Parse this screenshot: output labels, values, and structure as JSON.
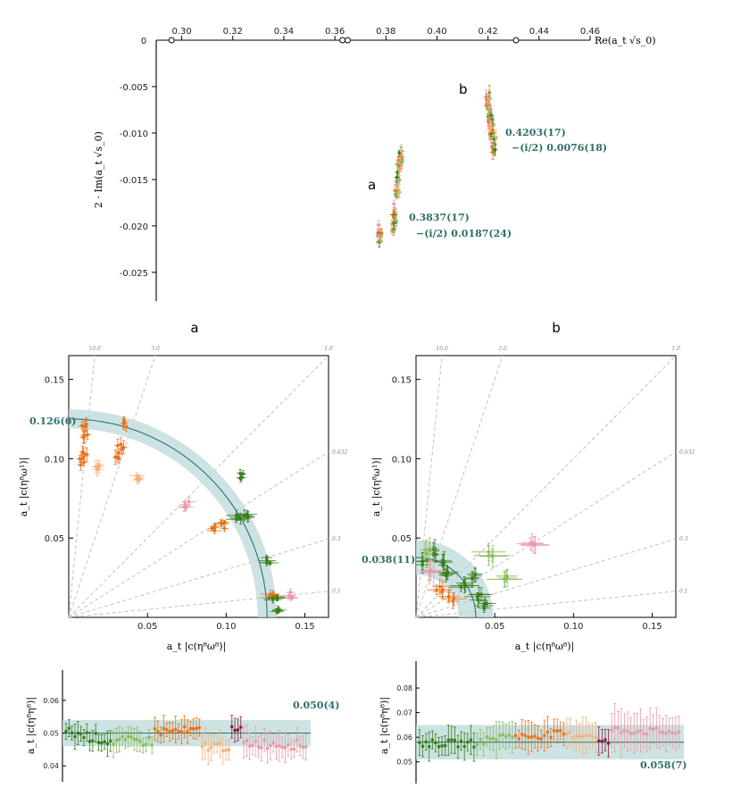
{
  "colors": {
    "teal": "#2f6f6a",
    "band": "#bcd9da",
    "green": "#3a7d1c",
    "lightgreen": "#8cbc5c",
    "orange": "#e8731a",
    "lightorange": "#f3b27c",
    "pink": "#e89aa6",
    "darkred": "#8b1f3a",
    "ray": "#bbbbbb"
  },
  "top_panel": {
    "x_ticks": [
      "0.30",
      "0.32",
      "0.34",
      "0.36",
      "0.38",
      "0.40",
      "0.42",
      "0.44",
      "0.46"
    ],
    "x_zero_label": "0",
    "y_ticks": [
      "-0.005",
      "-0.010",
      "-0.015",
      "-0.020",
      "-0.025"
    ],
    "xlabel": "Re(a_t √s_0)",
    "ylabel": "2 · Im(a_t √s_0)",
    "label_a": "a",
    "label_b": "b",
    "annot_a_line1": "0.3837(17)",
    "annot_a_line2": "−(i/2) 0.0187(24)",
    "annot_b_line1": "0.4203(17)",
    "annot_b_line2": "−(i/2) 0.0076(18)"
  },
  "panel_labels": {
    "a": "a",
    "b": "b"
  },
  "mid_a": {
    "x_ticks": [
      "0.05",
      "0.10",
      "0.15"
    ],
    "y_ticks": [
      "0.05",
      "0.10",
      "0.15"
    ],
    "xlabel": "a_t |c(η⁸ω⁸)|",
    "ylabel": "a_t |c(η⁸ω¹)|",
    "ray_labels": [
      "10.0",
      "3.0",
      "1.0",
      "0.632",
      "0.3",
      "0.1"
    ],
    "annot": "0.126(6)"
  },
  "mid_b": {
    "x_ticks": [
      "0.05",
      "0.10",
      "0.15"
    ],
    "y_ticks": [
      "0.05",
      "0.10",
      "0.15"
    ],
    "xlabel": "a_t |c(η⁸ω⁸)|",
    "ylabel": "a_t |c(η⁸ω¹)|",
    "ray_labels": [
      "10.0",
      "3.0",
      "1.0",
      "0.632",
      "0.3",
      "0.1"
    ],
    "annot": "0.038(11)"
  },
  "bot_a": {
    "y_ticks": [
      "0.06",
      "0.05",
      "0.04"
    ],
    "ylabel": "a_t |c(η⁸η⁸)|",
    "annot": "0.050(4)"
  },
  "bot_b": {
    "y_ticks": [
      "0.08",
      "0.07",
      "0.06",
      "0.05"
    ],
    "ylabel": "a_t |c(η⁸η⁸)|",
    "annot": "0.058(7)"
  },
  "chart_data": [
    {
      "type": "scatter",
      "title": "",
      "xlabel": "Re(a_t √s_0)",
      "ylabel": "2 · Im(a_t √s_0)",
      "xlim": [
        0.29,
        0.46
      ],
      "ylim": [
        -0.028,
        0
      ],
      "grid": false,
      "zero_axis_markers_x": [
        0.296,
        0.363,
        0.365,
        0.431
      ],
      "series": [
        {
          "name": "a",
          "points": [
            [
              0.3837,
              -0.0187
            ],
            [
              0.3845,
              -0.016
            ],
            [
              0.3852,
              -0.014
            ],
            [
              0.383,
              -0.0195
            ],
            [
              0.386,
              -0.013
            ],
            [
              0.3775,
              -0.0208
            ]
          ]
        },
        {
          "name": "b",
          "points": [
            [
              0.4203,
              -0.0076
            ],
            [
              0.4198,
              -0.0066
            ],
            [
              0.421,
              -0.0085
            ],
            [
              0.4225,
              -0.011
            ],
            [
              0.4215,
              -0.0095
            ]
          ]
        }
      ],
      "annotations": [
        "0.3837(17) −(i/2) 0.0187(24)",
        "0.4203(17) −(i/2) 0.0076(18)"
      ]
    },
    {
      "type": "scatter",
      "title": "",
      "xlabel": "a_t |c(η⁸ω⁸)|",
      "ylabel": "a_t |c(η⁸ω¹)|",
      "xlim": [
        0,
        0.165
      ],
      "ylim": [
        0,
        0.165
      ],
      "grid": false,
      "band": {
        "center": 0.126,
        "error": 0.006
      },
      "rays": [
        10.0,
        3.0,
        1.0,
        0.632,
        0.3,
        0.1
      ],
      "points": [
        {
          "x": 0.01,
          "y": 0.121,
          "xe": 0.002,
          "ye": 0.004,
          "c": "orange"
        },
        {
          "x": 0.01,
          "y": 0.114,
          "xe": 0.002,
          "ye": 0.004,
          "c": "orange"
        },
        {
          "x": 0.01,
          "y": 0.103,
          "xe": 0.002,
          "ye": 0.004,
          "c": "orange"
        },
        {
          "x": 0.009,
          "y": 0.098,
          "xe": 0.002,
          "ye": 0.003,
          "c": "orange"
        },
        {
          "x": 0.036,
          "y": 0.122,
          "xe": 0.002,
          "ye": 0.004,
          "c": "orange"
        },
        {
          "x": 0.033,
          "y": 0.108,
          "xe": 0.002,
          "ye": 0.004,
          "c": "orange"
        },
        {
          "x": 0.03,
          "y": 0.102,
          "xe": 0.002,
          "ye": 0.004,
          "c": "orange"
        },
        {
          "x": 0.018,
          "y": 0.094,
          "xe": 0.003,
          "ye": 0.004,
          "c": "lightorange"
        },
        {
          "x": 0.045,
          "y": 0.088,
          "xe": 0.004,
          "ye": 0.003,
          "c": "lightorange"
        },
        {
          "x": 0.075,
          "y": 0.071,
          "xe": 0.005,
          "ye": 0.003,
          "c": "pink"
        },
        {
          "x": 0.092,
          "y": 0.056,
          "xe": 0.004,
          "ye": 0.002,
          "c": "orange"
        },
        {
          "x": 0.097,
          "y": 0.058,
          "xe": 0.004,
          "ye": 0.002,
          "c": "orange"
        },
        {
          "x": 0.108,
          "y": 0.063,
          "xe": 0.006,
          "ye": 0.003,
          "c": "green"
        },
        {
          "x": 0.113,
          "y": 0.065,
          "xe": 0.006,
          "ye": 0.003,
          "c": "green"
        },
        {
          "x": 0.11,
          "y": 0.089,
          "xe": 0.003,
          "ye": 0.003,
          "c": "green"
        },
        {
          "x": 0.126,
          "y": 0.036,
          "xe": 0.005,
          "ye": 0.002,
          "c": "green"
        },
        {
          "x": 0.129,
          "y": 0.013,
          "xe": 0.006,
          "ye": 0.002,
          "c": "orange"
        },
        {
          "x": 0.131,
          "y": 0.012,
          "xe": 0.006,
          "ye": 0.002,
          "c": "green"
        },
        {
          "x": 0.132,
          "y": 0.005,
          "xe": 0.004,
          "ye": 0.002,
          "c": "green"
        },
        {
          "x": 0.14,
          "y": 0.014,
          "xe": 0.005,
          "ye": 0.002,
          "c": "pink"
        }
      ],
      "annotations": [
        "0.126(6)"
      ]
    },
    {
      "type": "scatter",
      "title": "",
      "xlabel": "a_t |c(η⁸ω⁸)|",
      "ylabel": "a_t |c(η⁸ω¹)|",
      "xlim": [
        0,
        0.165
      ],
      "ylim": [
        0,
        0.165
      ],
      "grid": false,
      "band": {
        "center": 0.038,
        "error": 0.011
      },
      "rays": [
        10.0,
        3.0,
        1.0,
        0.632,
        0.3,
        0.1
      ],
      "points": [
        {
          "x": 0.005,
          "y": 0.035,
          "xe": 0.004,
          "ye": 0.006,
          "c": "green"
        },
        {
          "x": 0.012,
          "y": 0.041,
          "xe": 0.004,
          "ye": 0.006,
          "c": "green"
        },
        {
          "x": 0.017,
          "y": 0.034,
          "xe": 0.005,
          "ye": 0.006,
          "c": "green"
        },
        {
          "x": 0.02,
          "y": 0.027,
          "xe": 0.006,
          "ye": 0.005,
          "c": "green"
        },
        {
          "x": 0.03,
          "y": 0.02,
          "xe": 0.008,
          "ye": 0.004,
          "c": "green"
        },
        {
          "x": 0.036,
          "y": 0.026,
          "xe": 0.006,
          "ye": 0.004,
          "c": "green"
        },
        {
          "x": 0.04,
          "y": 0.013,
          "xe": 0.007,
          "ye": 0.004,
          "c": "green"
        },
        {
          "x": 0.045,
          "y": 0.007,
          "xe": 0.006,
          "ye": 0.003,
          "c": "green"
        },
        {
          "x": 0.015,
          "y": 0.018,
          "xe": 0.006,
          "ye": 0.005,
          "c": "orange"
        },
        {
          "x": 0.022,
          "y": 0.012,
          "xe": 0.007,
          "ye": 0.004,
          "c": "orange"
        },
        {
          "x": 0.01,
          "y": 0.028,
          "xe": 0.006,
          "ye": 0.008,
          "c": "pink"
        },
        {
          "x": 0.007,
          "y": 0.042,
          "xe": 0.005,
          "ye": 0.008,
          "c": "lightgreen"
        },
        {
          "x": 0.047,
          "y": 0.04,
          "xe": 0.01,
          "ye": 0.006,
          "c": "lightgreen"
        },
        {
          "x": 0.056,
          "y": 0.025,
          "xe": 0.01,
          "ye": 0.005,
          "c": "lightgreen"
        },
        {
          "x": 0.074,
          "y": 0.047,
          "xe": 0.008,
          "ye": 0.005,
          "c": "pink"
        }
      ],
      "annotations": [
        "0.038(11)"
      ]
    },
    {
      "type": "scatter",
      "title": "",
      "ylabel": "a_t |c(η⁸η⁸)|",
      "ylim": [
        0.035,
        0.068
      ],
      "band": {
        "center": 0.05,
        "error": 0.004
      },
      "groups": [
        {
          "c": "green",
          "n": 16,
          "center": 0.0505,
          "slope": -0.0002,
          "err": 0.003
        },
        {
          "c": "lightgreen",
          "n": 14,
          "center": 0.0475,
          "slope": 0.0,
          "err": 0.003
        },
        {
          "c": "orange",
          "n": 16,
          "center": 0.0505,
          "slope": 0.0,
          "err": 0.003
        },
        {
          "c": "lightorange",
          "n": 10,
          "center": 0.046,
          "slope": 0.0,
          "err": 0.0035
        },
        {
          "c": "darkred",
          "n": 4,
          "center": 0.0505,
          "slope": 0.0,
          "err": 0.003
        },
        {
          "c": "pink",
          "n": 22,
          "center": 0.047,
          "slope": -3e-05,
          "err": 0.0035
        }
      ],
      "annotations": [
        "0.050(4)"
      ]
    },
    {
      "type": "scatter",
      "title": "",
      "ylabel": "a_t |c(η⁸η⁸)|",
      "ylim": [
        0.04,
        0.09
      ],
      "band": {
        "center": 0.058,
        "error": 0.007
      },
      "groups": [
        {
          "c": "green",
          "n": 18,
          "center": 0.0575,
          "slope": 0.0,
          "err": 0.0045
        },
        {
          "c": "lightgreen",
          "n": 12,
          "center": 0.058,
          "slope": 0.0003,
          "err": 0.0055
        },
        {
          "c": "orange",
          "n": 16,
          "center": 0.06,
          "slope": 0.0001,
          "err": 0.005
        },
        {
          "c": "lightorange",
          "n": 10,
          "center": 0.061,
          "slope": 0.0,
          "err": 0.006
        },
        {
          "c": "darkred",
          "n": 4,
          "center": 0.058,
          "slope": 0.0,
          "err": 0.0055
        },
        {
          "c": "pink",
          "n": 22,
          "center": 0.063,
          "slope": -5e-05,
          "err": 0.007
        }
      ],
      "annotations": [
        "0.058(7)"
      ]
    }
  ]
}
